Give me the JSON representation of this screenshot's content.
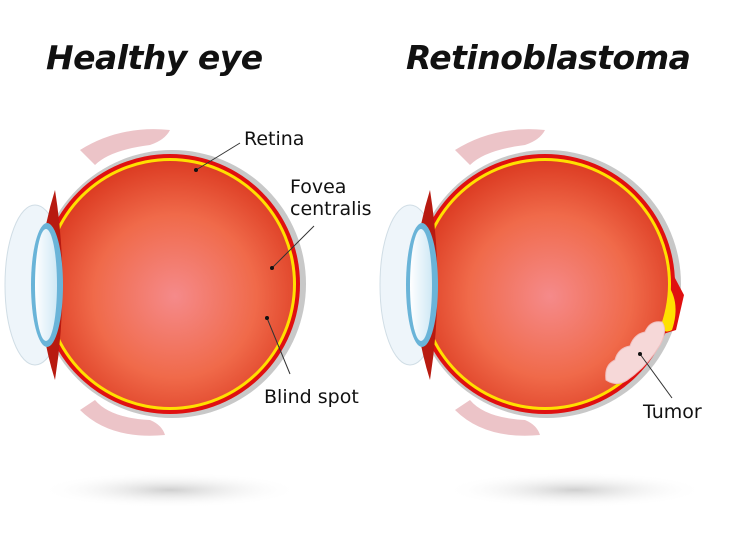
{
  "titles": {
    "healthy": "Healthy eye",
    "disease": "Retinoblastoma"
  },
  "labels": {
    "retina": "Retina",
    "fovea_line1": "Fovea",
    "fovea_line2": "centralis",
    "blind_spot": "Blind spot",
    "tumor": "Tumor"
  },
  "colors": {
    "eyeball": "#e8452a",
    "eyeball_center": "#f58a8a",
    "retina": "#ffe000",
    "choroid": "#e01010",
    "sclera": "#c8c8c8",
    "lens": "#6ab4d8",
    "eyelid": "#ecc4c8",
    "tumor": "#f6d8d8"
  }
}
